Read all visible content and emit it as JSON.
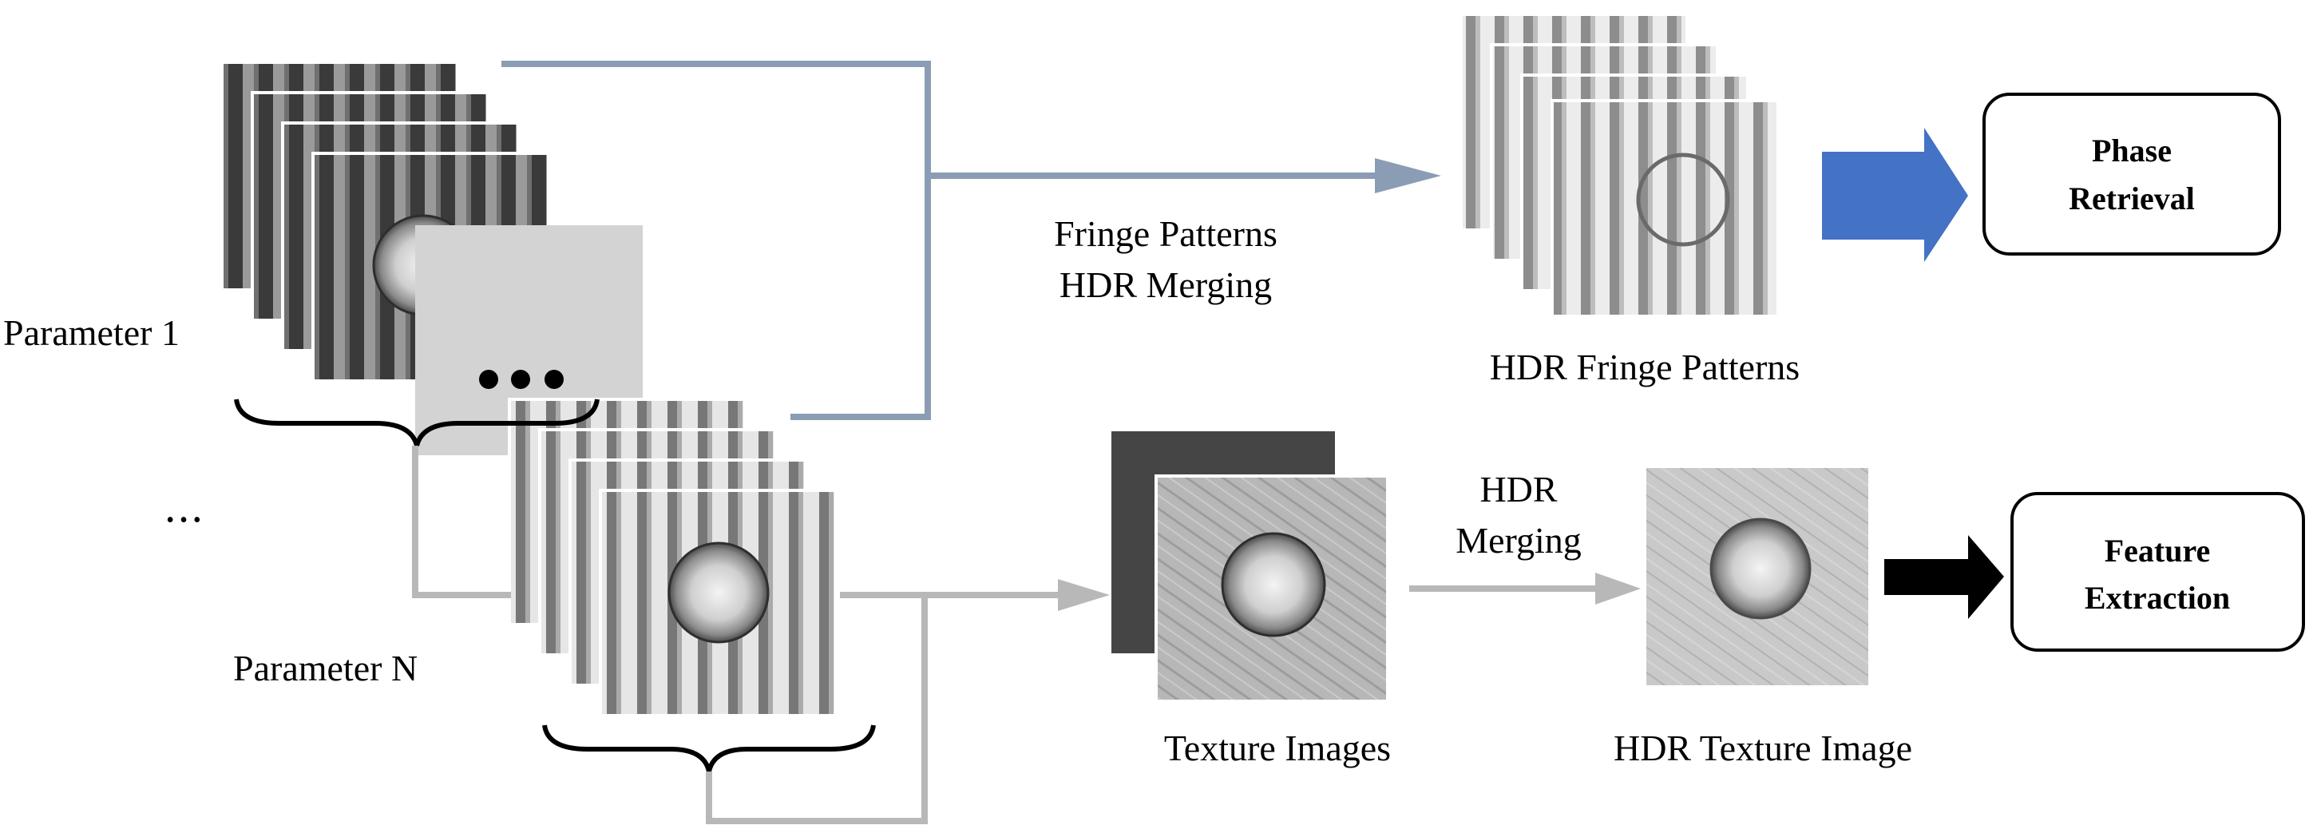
{
  "labels": {
    "parameter_1": "Parameter 1",
    "parameter_n": "Parameter N",
    "ellipsis": "• • •",
    "fringe_merge_line1": "Fringe Patterns",
    "fringe_merge_line2": "HDR Merging",
    "hdr_fringe_patterns": "HDR Fringe Patterns",
    "hdr_merge_line1": "HDR",
    "hdr_merge_line2": "Merging",
    "texture_images": "Texture Images",
    "hdr_texture_image": "HDR Texture Image"
  },
  "boxes": {
    "phase_line1": "Phase",
    "phase_line2": "Retrieval",
    "feature_line1": "Feature",
    "feature_line2": "Extraction"
  },
  "colors": {
    "fringe_path": "#8a9db5",
    "texture_path": "#b8b8b8",
    "phase_arrow": "#4472c4",
    "feature_arrow": "#000000"
  }
}
